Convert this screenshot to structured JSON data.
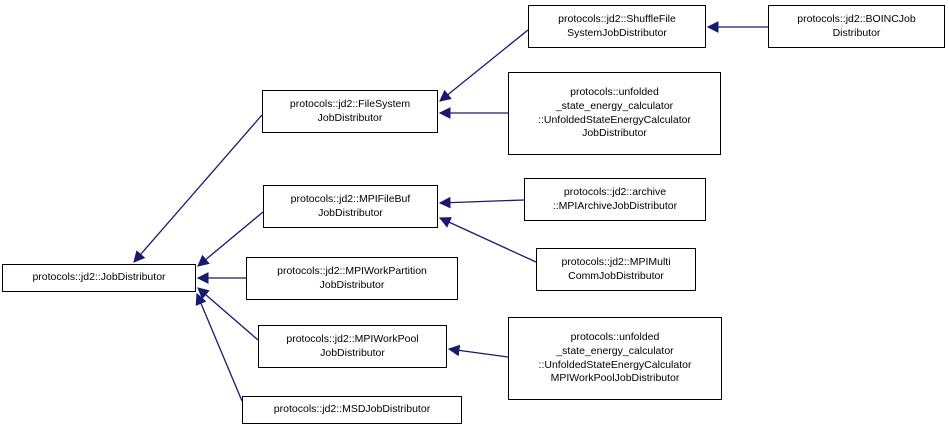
{
  "diagram": {
    "type": "class-inheritance-graph",
    "colors": {
      "arrow": "#191970",
      "box_border": "#000000",
      "box_bg": "#ffffff",
      "text": "#000000"
    },
    "nodes": [
      {
        "id": "job-distributor",
        "label": "protocols::jd2::JobDistributor"
      },
      {
        "id": "file-system-job-distributor",
        "label": "protocols::jd2::FileSystem\nJobDistributor"
      },
      {
        "id": "shuffle-file-system-job-distributor",
        "label": "protocols::jd2::ShuffleFile\nSystemJobDistributor"
      },
      {
        "id": "boinc-job-distributor",
        "label": "protocols::jd2::BOINCJob\nDistributor"
      },
      {
        "id": "unfolded-state-energy-calculator-job-distributor",
        "label": "protocols::unfolded\n_state_energy_calculator\n::UnfoldedStateEnergyCalculator\nJobDistributor"
      },
      {
        "id": "mpi-file-buf-job-distributor",
        "label": "protocols::jd2::MPIFileBuf\nJobDistributor"
      },
      {
        "id": "mpi-archive-job-distributor",
        "label": "protocols::jd2::archive\n::MPIArchiveJobDistributor"
      },
      {
        "id": "mpi-multi-comm-job-distributor",
        "label": "protocols::jd2::MPIMulti\nCommJobDistributor"
      },
      {
        "id": "mpi-work-partition-job-distributor",
        "label": "protocols::jd2::MPIWorkPartition\nJobDistributor"
      },
      {
        "id": "mpi-work-pool-job-distributor",
        "label": "protocols::jd2::MPIWorkPool\nJobDistributor"
      },
      {
        "id": "unfolded-state-energy-calculator-mpi-work-pool-job-distributor",
        "label": "protocols::unfolded\n_state_energy_calculator\n::UnfoldedStateEnergyCalculator\nMPIWorkPoolJobDistributor"
      },
      {
        "id": "msd-job-distributor",
        "label": "protocols::jd2::MSDJobDistributor"
      }
    ],
    "edges": [
      {
        "from": "file-system-job-distributor",
        "to": "job-distributor"
      },
      {
        "from": "mpi-file-buf-job-distributor",
        "to": "job-distributor"
      },
      {
        "from": "mpi-work-partition-job-distributor",
        "to": "job-distributor"
      },
      {
        "from": "mpi-work-pool-job-distributor",
        "to": "job-distributor"
      },
      {
        "from": "msd-job-distributor",
        "to": "job-distributor"
      },
      {
        "from": "shuffle-file-system-job-distributor",
        "to": "file-system-job-distributor"
      },
      {
        "from": "boinc-job-distributor",
        "to": "shuffle-file-system-job-distributor"
      },
      {
        "from": "unfolded-state-energy-calculator-job-distributor",
        "to": "file-system-job-distributor"
      },
      {
        "from": "mpi-archive-job-distributor",
        "to": "mpi-file-buf-job-distributor"
      },
      {
        "from": "mpi-multi-comm-job-distributor",
        "to": "mpi-file-buf-job-distributor"
      },
      {
        "from": "unfolded-state-energy-calculator-mpi-work-pool-job-distributor",
        "to": "mpi-work-pool-job-distributor"
      }
    ]
  }
}
